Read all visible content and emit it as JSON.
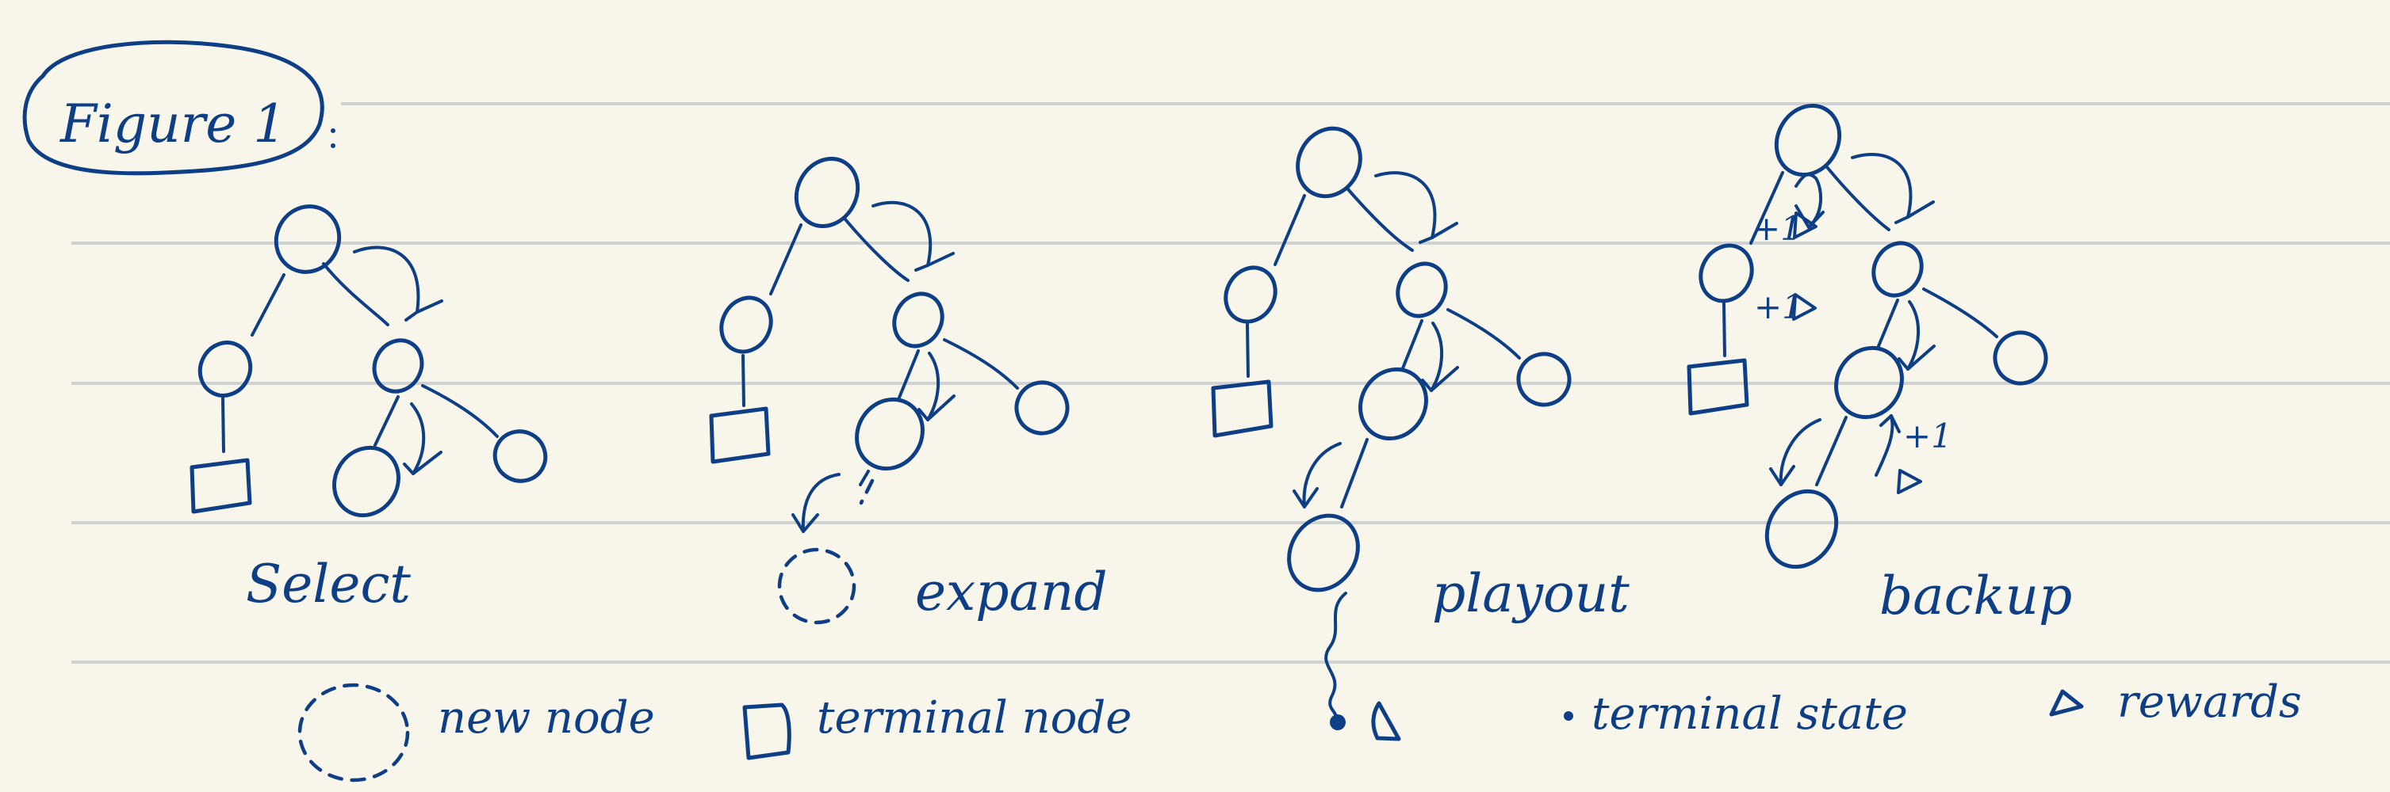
{
  "title": "Figure 1",
  "steps": [
    {
      "label": "Select"
    },
    {
      "label": "expand"
    },
    {
      "label": "playout"
    },
    {
      "label": "backup"
    }
  ],
  "legend": {
    "new_node": "new node",
    "terminal_node": "terminal node",
    "terminal_state": "terminal state",
    "rewards": "rewards"
  },
  "backup_rewards": [
    "+1",
    "+1",
    "+1"
  ],
  "icons": [
    "circle-node-icon",
    "dashed-node-icon",
    "terminal-node-icon",
    "terminal-state-icon",
    "reward-icon",
    "arrow-icon"
  ],
  "colors": {
    "ink": "#0e3f86",
    "paper": "#f8f6ea",
    "ruled_line": "#cfd2d2"
  }
}
